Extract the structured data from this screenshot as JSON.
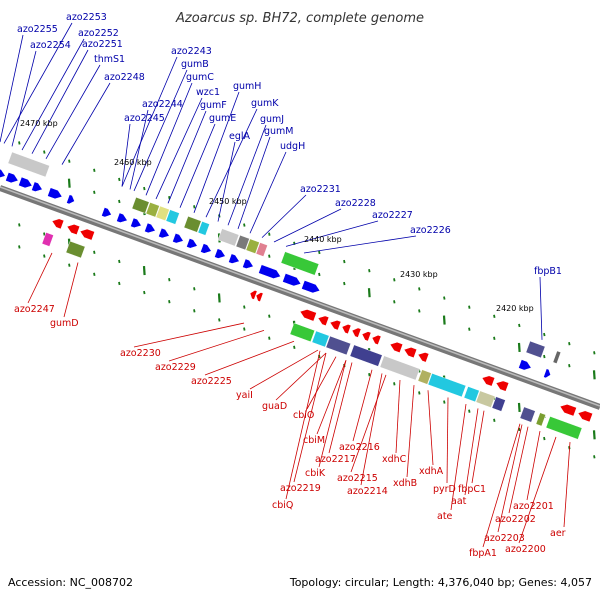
{
  "title": "Azoarcus sp. BH72, complete genome",
  "footer": {
    "accession": "Accession: NC_008702",
    "topology": "Topology: circular; Length: 4,376,040 bp; Genes: 4,057"
  },
  "colors": {
    "forward_label": "#0000aa",
    "reverse_label": "#cc0000",
    "forward_gene": "#0000ee",
    "reverse_gene": "#ee0000",
    "backbone": "#888888",
    "tick": "#1a7a1a"
  },
  "scale_labels": [
    "2470 kbp",
    "2460 kbp",
    "2450 kbp",
    "2440 kbp",
    "2430 kbp",
    "2420 kbp"
  ],
  "forward_labels": [
    "azo2255",
    "azo2253",
    "azo2254",
    "azo2252",
    "azo2251",
    "thmS1",
    "azo2248",
    "azo2243",
    "gumB",
    "gumC",
    "wzc1",
    "azo2244",
    "gumF",
    "azo2245",
    "gumE",
    "gumH",
    "gumK",
    "eglA",
    "gumJ",
    "gumM",
    "udgH",
    "azo2231",
    "azo2228",
    "azo2227",
    "azo2226",
    "fbpB1"
  ],
  "reverse_labels": [
    "azo2247",
    "gumD",
    "azo2230",
    "azo2229",
    "azo2225",
    "yaiI",
    "guaD",
    "cbiO",
    "cbiM",
    "azo2216",
    "azo2217",
    "xdhC",
    "cbiK",
    "azo2215",
    "xdhA",
    "xdhB",
    "azo2219",
    "azo2214",
    "pyrD",
    "fbpC1",
    "cbiQ",
    "aat",
    "ate",
    "azo2201",
    "azo2202",
    "azo2203",
    "aer",
    "fbpA1",
    "azo2200"
  ]
}
